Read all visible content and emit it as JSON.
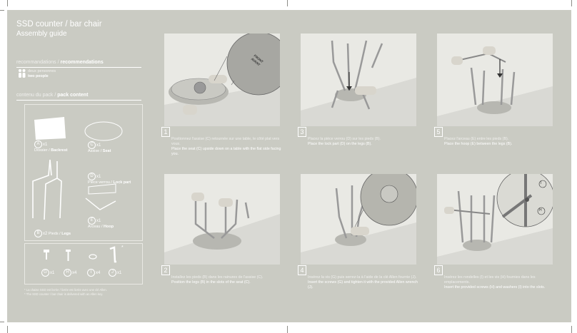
{
  "header": {
    "title": "SSD counter / bar chair",
    "subtitle": "Assembly guide"
  },
  "recommendations": {
    "heading_fr": "recommandations /",
    "heading_en": "recommendations",
    "fr": "deux personnes",
    "en": "two people"
  },
  "pack": {
    "heading_fr": "contenu du pack /",
    "heading_en": "pack content",
    "items": [
      {
        "letter": "A",
        "qty": "x1",
        "fr": "Dossier /",
        "en": "Backrest"
      },
      {
        "letter": "C",
        "qty": "x1",
        "fr": "Assise /",
        "en": "Seat"
      },
      {
        "letter": "D",
        "qty": "x1",
        "fr": "Pièce verrou /",
        "en": "Lock part"
      },
      {
        "letter": "E",
        "qty": "x1",
        "fr": "Arceau /",
        "en": "Hoop"
      },
      {
        "letter": "B",
        "qty": "x2",
        "fr": "Pieds /",
        "en": "Legs"
      }
    ],
    "hardware": [
      {
        "letter": "G",
        "qty": "x1",
        "icon": "screw-icon"
      },
      {
        "letter": "H",
        "qty": "x4",
        "icon": "screw-icon"
      },
      {
        "letter": "I",
        "qty": "x4",
        "icon": "washer-icon"
      },
      {
        "letter": "J",
        "qty": "x1",
        "icon": "allen-key-icon"
      }
    ],
    "star": "*"
  },
  "note": {
    "fr": "* La chaise SSD est livrée / livrée est livrée avec une clé Allen.",
    "en": "* The SSD counter / bar chair is delivered with an Allen key."
  },
  "steps": [
    {
      "n": "1",
      "fr": "Positionnez l'assise (C) retournée sur une table, le côté plat vers vous.",
      "en": "Place the seat (C) upside down on a table with the flat side facing you."
    },
    {
      "n": "2",
      "fr": "Installez les pieds (B) dans les rainures de l'assise (C).",
      "en": "Position the legs (B) in the slots of the seat (C)."
    },
    {
      "n": "3",
      "fr": "Placez la pièce verrou (D) sur les pieds (B).",
      "en": "Place the lock part (D) on the legs (B)."
    },
    {
      "n": "4",
      "fr": "Insérez la vis (G) puis serrez-la à l'aide de la clé Allen fournie (J).",
      "en": "Insert the screws (G) and tighten it with the provided Allen wrench (J)."
    },
    {
      "n": "5",
      "fr": "Placez l'arceau (E) entre les pieds (B).",
      "en": "Place the hoop (E) between the legs (B)."
    },
    {
      "n": "6",
      "fr": "Insérez les rondelles (I) et les vis (H) fournies dans les emplacements.",
      "en": "Insert the provided screws (H) and washers (I) into the slots."
    }
  ],
  "labels": {
    "front": "FRONT",
    "avant": "AVANT",
    "i": "I",
    "h": "H"
  },
  "colors": {
    "sheet": "#cacbc3",
    "photo": "#e9e9e4",
    "text": "#ffffff"
  }
}
